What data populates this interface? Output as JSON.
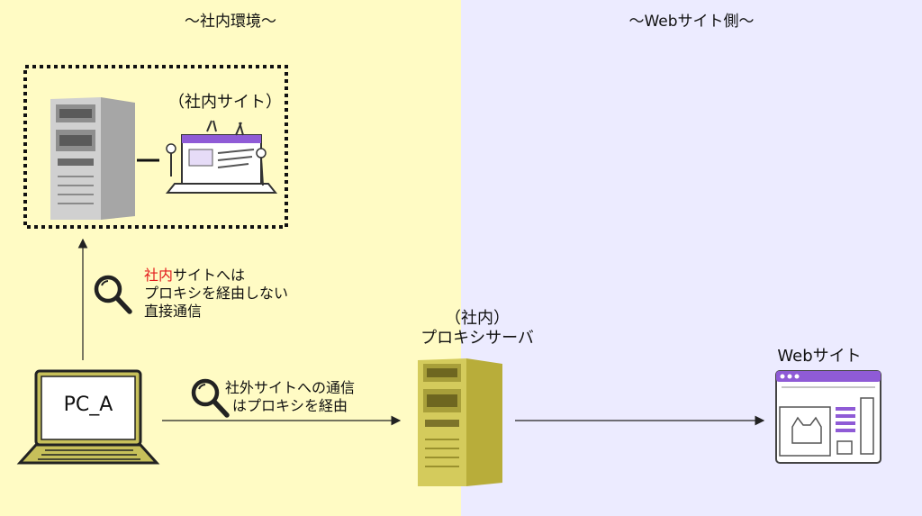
{
  "zones": {
    "internal_title": "〜社内環境〜",
    "web_title": "〜Webサイト側〜"
  },
  "labels": {
    "intranet_site": "（社内サイト）",
    "proxy_line1": "（社内）",
    "proxy_line2": "プロキシサーバ",
    "website": "Webサイト",
    "pc": "PC_A"
  },
  "notes": {
    "direct_highlight": "社内",
    "direct_line1_rest": "サイトへは",
    "direct_line2": "プロキシを経由しない",
    "direct_line3": "直接通信",
    "proxy_line1": "社外サイトへの通信",
    "proxy_line2": "はプロキシを経由"
  },
  "colors": {
    "internal_bg": "#fffbc4",
    "web_bg": "#ecebff",
    "highlight": "#e31b1b",
    "accent_purple": "#8f5bd6"
  },
  "icons": {
    "server": "server-tower-icon",
    "proxy": "proxy-server-icon",
    "laptop": "laptop-icon",
    "search": "magnifier-icon",
    "website": "browser-window-icon"
  }
}
